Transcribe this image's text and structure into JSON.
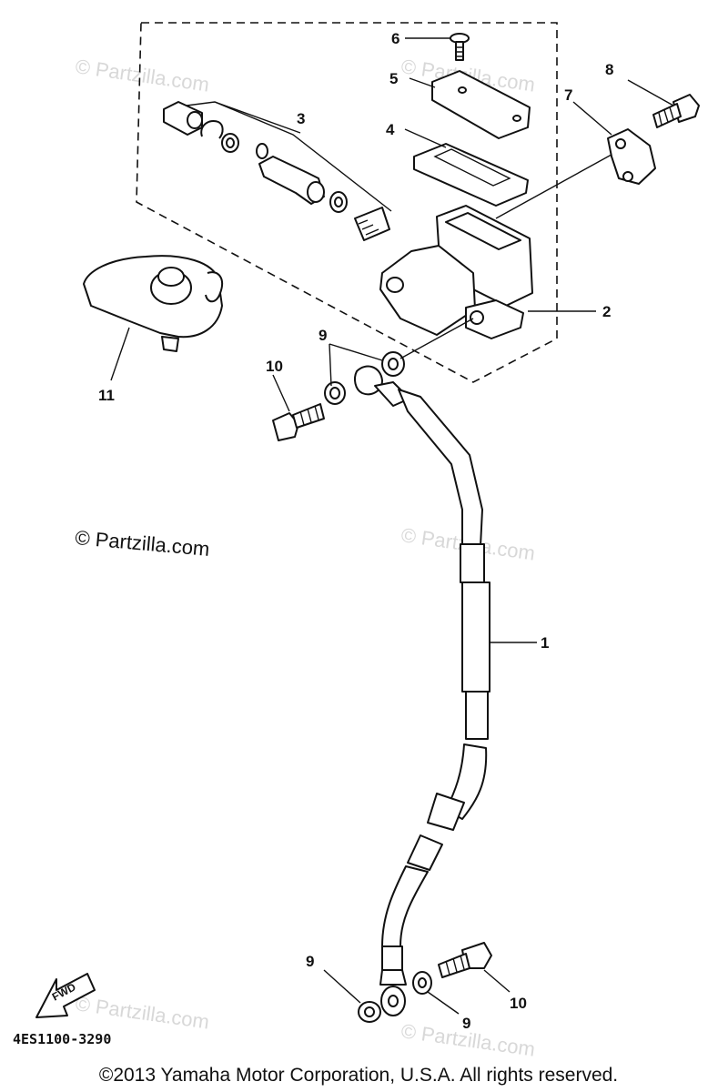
{
  "callouts": {
    "c1": "1",
    "c2": "2",
    "c3": "3",
    "c4": "4",
    "c5": "5",
    "c6": "6",
    "c7": "7",
    "c8": "8",
    "c9a": "9",
    "c9b": "9",
    "c9c": "9",
    "c10a": "10",
    "c10b": "10",
    "c11": "11"
  },
  "watermarks": {
    "main": "© Partzilla.com",
    "faint_1": "© Partzilla.com",
    "faint_2": "© Partzilla.com",
    "faint_3": "© Partzilla.com",
    "faint_4": "© Partzilla.com",
    "faint_5": "© Partzilla.com"
  },
  "fwd_label": "FWD",
  "diagram_code": "4ES1100-3290",
  "copyright": "©2013 Yamaha Motor Corporation, U.S.A. All rights reserved."
}
